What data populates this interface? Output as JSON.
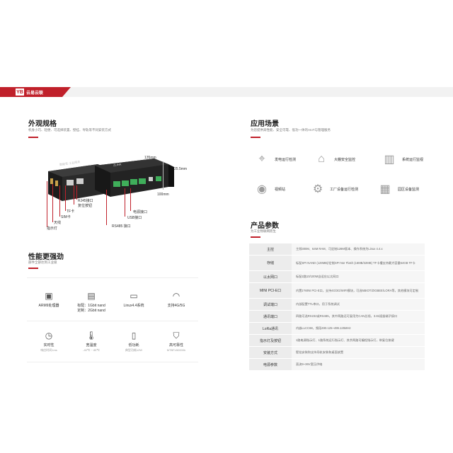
{
  "banner": {
    "logo_mark": "YB",
    "logo_text": "云易云联"
  },
  "appearance": {
    "title": "外观规格",
    "subtitle": "机身小巧、轻便、可选择装置、壁挂、导轨等不同安装方式",
    "dims": {
      "length": "135mm",
      "width": "100mm",
      "height": "25.5mm"
    },
    "device_left_brand": "数能宝·工业网关",
    "device_right_brand": "ZLINK",
    "callouts": [
      "RJ45接口",
      "复位按钮",
      "TF卡",
      "SIM卡",
      "天线",
      "指示灯",
      "电源接口",
      "USB接口",
      "RS485 接口"
    ]
  },
  "performance": {
    "title": "性能更强劲",
    "subtitle": "部件全部达到工业级",
    "features": [
      {
        "icon": "cpu-icon",
        "t1": "ARM9处理器",
        "t2": ""
      },
      {
        "icon": "memory-icon",
        "t1": "标配：1Gbit nand\n定制：2Gbit nand",
        "t2": ""
      },
      {
        "icon": "linux-icon",
        "t1": "Linux4.4系统",
        "t2": ""
      },
      {
        "icon": "wifi-icon",
        "t1": "支持4G/5G",
        "t2": ""
      },
      {
        "icon": "clock-icon",
        "t1": "实时性",
        "t2": "响应时间1ms"
      },
      {
        "icon": "thermometer-icon",
        "t1": "宽温度",
        "t2": "-40℃ ~ 85℃"
      },
      {
        "icon": "power-icon",
        "t1": "低功耗",
        "t2": "典型功耗≤2W"
      },
      {
        "icon": "shield-icon",
        "t1": "高可靠性",
        "t2": "MTBF≥50000h"
      }
    ]
  },
  "scenarios": {
    "title": "应用场景",
    "subtitle": "为您提供高性能、安全可靠、低功一体的AIoT与管理服务",
    "items": [
      "发电运行检测",
      "大棚安全监控",
      "系统运行监视",
      "视频站",
      "工厂设备运行检测",
      "园区设备监测"
    ]
  },
  "specs": {
    "title": "产品参数",
    "subtitle": "为工业物联网而生",
    "rows": [
      {
        "k": "主控",
        "v": "主频300M、64M RAM、可定制128M版本、操作系统为Linux 4.4.x"
      },
      {
        "k": "存储",
        "v": "标配SPI NAND (128MB)/定制SPI Nor Flash (16MB/32MB) TF卡槽支持最大容量64GB TF卡"
      },
      {
        "k": "以太网口",
        "v": "标配2路10/100M自适应以太网口"
      },
      {
        "k": "MINI PCI-E口",
        "v": "内置1*MINI PCI-E口，支持4G/3G/WIFI模块，可选NBIOT/ZIGBEE/LORA等，其他模块可定制"
      },
      {
        "k": "调试端口",
        "v": "内部配置TTL串口，用于系统调试"
      },
      {
        "k": "通讯端口",
        "v": "四路可选RS232或RS485，其中两路还可复用为CAN总线，3.81插拔端子接口"
      },
      {
        "k": "LoRa通讯",
        "v": "内嵌LLCC68，频段490.125~499.125MHz"
      },
      {
        "k": "指示灯及按钮",
        "v": "1路电源指示灯、1路系统运行指示灯、其余两路可编程指示灯，带复位按键"
      },
      {
        "k": "安装方式",
        "v": "壁挂安装和支持导轨安装和桌面放置"
      },
      {
        "k": "电源参数",
        "v": "直流9~36V宽压供电"
      }
    ]
  }
}
